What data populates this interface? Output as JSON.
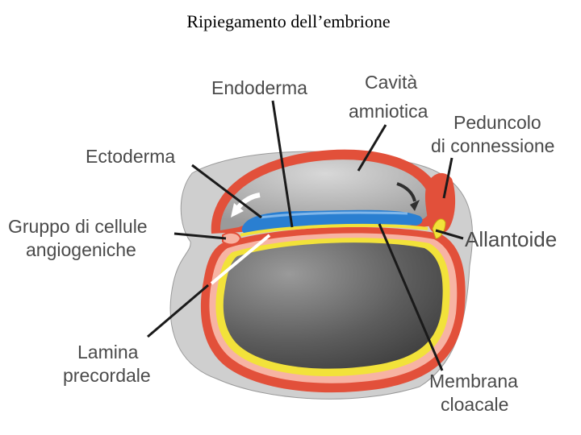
{
  "title": "Ripiegamento dell’embrione",
  "labels": {
    "endoderma": "Endoderma",
    "cavita_1": "Cavità",
    "cavita_2": "amniotica",
    "peduncolo_1": "Peduncolo",
    "peduncolo_2": "di connessione",
    "ectoderma": "Ectoderma",
    "gruppo_1": "Gruppo di cellule",
    "gruppo_2": "angiogeniche",
    "allantoide": "Allantoide",
    "lamina_1": "Lamina",
    "lamina_2": "precordale",
    "membrana_1": "Membrana",
    "membrana_2": "cloacale"
  },
  "colors": {
    "ectoderm_red": "#e2503a",
    "mesoderm_pink": "#f7b3a3",
    "endoderm_yellow": "#f2e23a",
    "ectoderm_blue": "#2a7fd1",
    "yolk_gray": "#6f6f6f",
    "chorion_gray": "#cfcfcf"
  }
}
